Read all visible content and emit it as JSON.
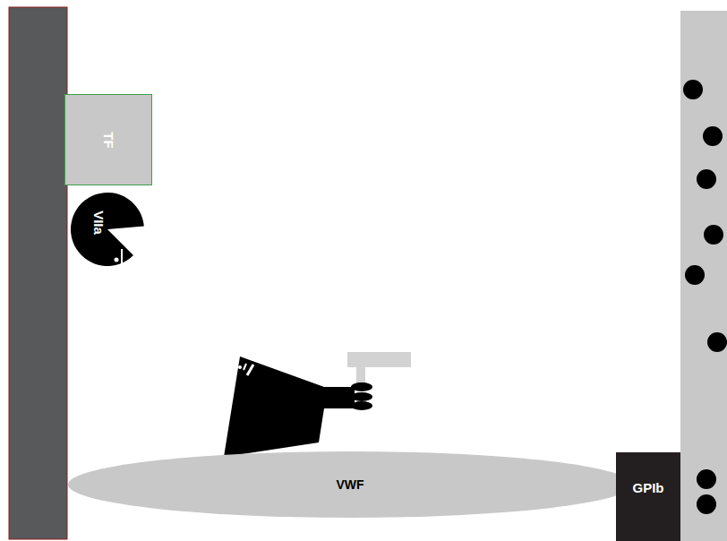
{
  "diagram": {
    "nodes": [
      {
        "text": [
          "TF"
        ]
      },
      {
        "text": [
          "VIIa"
        ]
      },
      {
        "text": [
          "VWF"
        ]
      },
      {
        "text": [
          "GPIb"
        ]
      }
    ]
  }
}
